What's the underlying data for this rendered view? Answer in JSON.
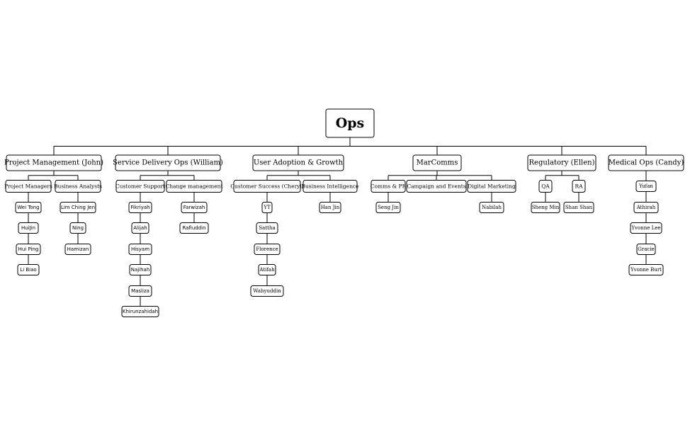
{
  "org_chart": {
    "root": {
      "id": "ops",
      "label": "Ops"
    },
    "departments": [
      {
        "id": "pm",
        "label": "Project Management (John)"
      },
      {
        "id": "sdo",
        "label": "Service Delivery Ops (William)"
      },
      {
        "id": "uag",
        "label": "User Adoption & Growth"
      },
      {
        "id": "mc",
        "label": "MarComms"
      },
      {
        "id": "reg",
        "label": "Regulatory (Ellen)"
      },
      {
        "id": "med",
        "label": "Medical Ops (Candy)"
      }
    ],
    "teams": [
      {
        "id": "pm-t1",
        "parent": "pm",
        "label": "Project Managers"
      },
      {
        "id": "pm-t2",
        "parent": "pm",
        "label": "Business Analysts"
      },
      {
        "id": "sdo-t1",
        "parent": "sdo",
        "label": "Customer Support"
      },
      {
        "id": "sdo-t2",
        "parent": "sdo",
        "label": "Change management"
      },
      {
        "id": "uag-t1",
        "parent": "uag",
        "label": "Customer Success (Cheryl)"
      },
      {
        "id": "uag-t2",
        "parent": "uag",
        "label": "Business Intelligence"
      },
      {
        "id": "mc-t1",
        "parent": "mc",
        "label": "Comms & PR"
      },
      {
        "id": "mc-t2",
        "parent": "mc",
        "label": "Campaign and Events"
      },
      {
        "id": "mc-t3",
        "parent": "mc",
        "label": "Digital Marketing"
      },
      {
        "id": "reg-t1",
        "parent": "reg",
        "label": "QA"
      },
      {
        "id": "reg-t2",
        "parent": "reg",
        "label": "RA"
      }
    ],
    "people": [
      {
        "id": "p1",
        "parent": "pm-t1",
        "label": "Wei Tong"
      },
      {
        "id": "p2",
        "parent": "pm-t1",
        "label": "HuiJin"
      },
      {
        "id": "p3",
        "parent": "pm-t1",
        "label": "Hui Ping"
      },
      {
        "id": "p4",
        "parent": "pm-t1",
        "label": "Li Biao"
      },
      {
        "id": "p5",
        "parent": "pm-t2",
        "label": "Lim Ching Jen"
      },
      {
        "id": "p6",
        "parent": "pm-t2",
        "label": "Ning"
      },
      {
        "id": "p7",
        "parent": "pm-t2",
        "label": "Hamizan"
      },
      {
        "id": "p8",
        "parent": "sdo-t1",
        "label": "Fikriyah"
      },
      {
        "id": "p9",
        "parent": "sdo-t1",
        "label": "Alijah"
      },
      {
        "id": "p10",
        "parent": "sdo-t1",
        "label": "Hisyam"
      },
      {
        "id": "p11",
        "parent": "sdo-t1",
        "label": "Najihah"
      },
      {
        "id": "p12",
        "parent": "sdo-t1",
        "label": "Masliza"
      },
      {
        "id": "p13",
        "parent": "sdo-t1",
        "label": "Khirunzahidah"
      },
      {
        "id": "p14",
        "parent": "sdo-t2",
        "label": "Farwizah"
      },
      {
        "id": "p15",
        "parent": "sdo-t2",
        "label": "Rafiuddin"
      },
      {
        "id": "p16",
        "parent": "uag-t1",
        "label": "YT"
      },
      {
        "id": "p17",
        "parent": "uag-t1",
        "label": "Sattha"
      },
      {
        "id": "p18",
        "parent": "uag-t1",
        "label": "Florence"
      },
      {
        "id": "p19",
        "parent": "uag-t1",
        "label": "Atifah"
      },
      {
        "id": "p20",
        "parent": "uag-t1",
        "label": "Wahyuddin"
      },
      {
        "id": "p21",
        "parent": "uag-t2",
        "label": "Han Jin"
      },
      {
        "id": "p22",
        "parent": "mc-t1",
        "label": "Seng Jin"
      },
      {
        "id": "p23",
        "parent": "mc-t3",
        "label": "Nabilah"
      },
      {
        "id": "p24",
        "parent": "reg-t1",
        "label": "Sheng Min"
      },
      {
        "id": "p25",
        "parent": "reg-t2",
        "label": "Shan Shan"
      },
      {
        "id": "p26",
        "parent": "med",
        "label": "Yufan"
      },
      {
        "id": "p27",
        "parent": "med",
        "label": "Athirah"
      },
      {
        "id": "p28",
        "parent": "med",
        "label": "Yvonne Lee"
      },
      {
        "id": "p29",
        "parent": "med",
        "label": "Gracie"
      },
      {
        "id": "p30",
        "parent": "med",
        "label": "Yvonne Burt"
      }
    ]
  }
}
